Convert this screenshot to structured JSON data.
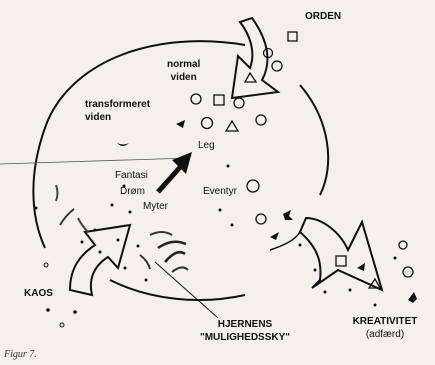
{
  "labels": {
    "orden": "ORDEN",
    "normal_viden_1": "normal",
    "normal_viden_2": "viden",
    "transformeret_1": "transformeret",
    "transformeret_2": "viden",
    "leg": "Leg",
    "fantasi": "Fantasi",
    "drom": "Drøm",
    "myter": "Myter",
    "eventyr": "Eventyr",
    "kaos": "KAOS",
    "hjernens_1": "HJERNENS",
    "hjernens_2": "\"MULIGHEDSSKY\"",
    "kreativitet_1": "KREATIVITET",
    "kreativitet_2": "(adfærd)"
  },
  "caption": "Figur 7.",
  "colors": {
    "ink": "#111111",
    "paper": "#f4f1ec"
  }
}
